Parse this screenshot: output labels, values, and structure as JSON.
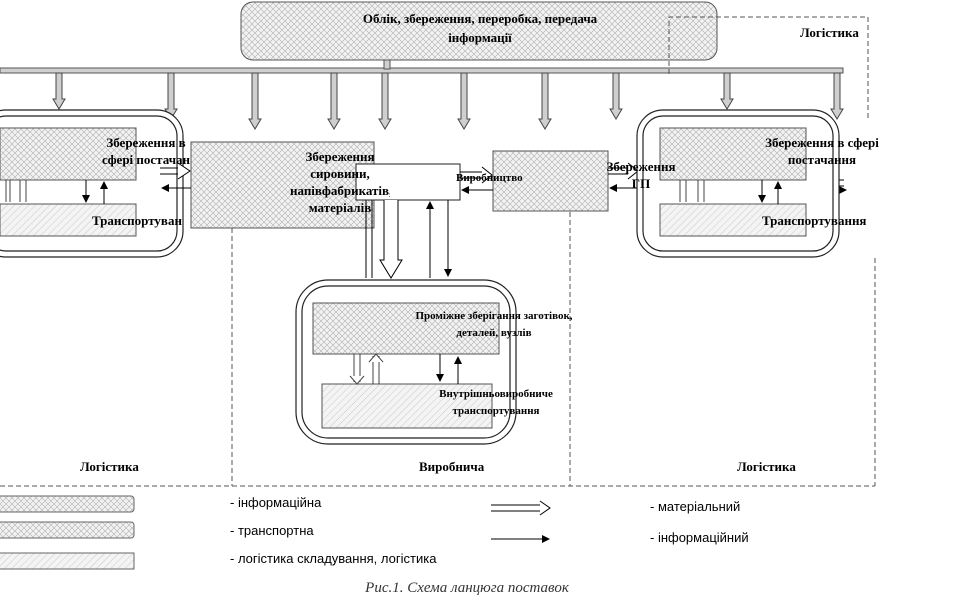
{
  "top_box": "Облік, збереження, переробка, передача інформації",
  "logistics_top_right": "Логістика",
  "left_supply": {
    "storage": "Збереження в сфері постачан",
    "transport": "Транспортуван"
  },
  "raw_storage": "Збереження сировини, напівфабрикатів, матеріалів",
  "production": "Виробництво",
  "finished_storage": "Збереження ГП",
  "right_sales": {
    "storage": "Збереження в сфері постачання",
    "transport": "Транспортування"
  },
  "intermediate": {
    "storage": "Проміжне зберігання заготівок, деталей, вузлів",
    "transport": "Внутрішньовиробниче транспортування"
  },
  "zones": [
    "Логістика",
    "Виробнича",
    "Логістика"
  ],
  "legend": {
    "informational": "- інформаційна",
    "transport": "- транспортна",
    "warehouse": "- логістика складування, логістика",
    "material_arrow": "- матеріальний",
    "info_arrow": "- інформаційний"
  },
  "caption": "Рис.1. Схема ланцюга поставок"
}
